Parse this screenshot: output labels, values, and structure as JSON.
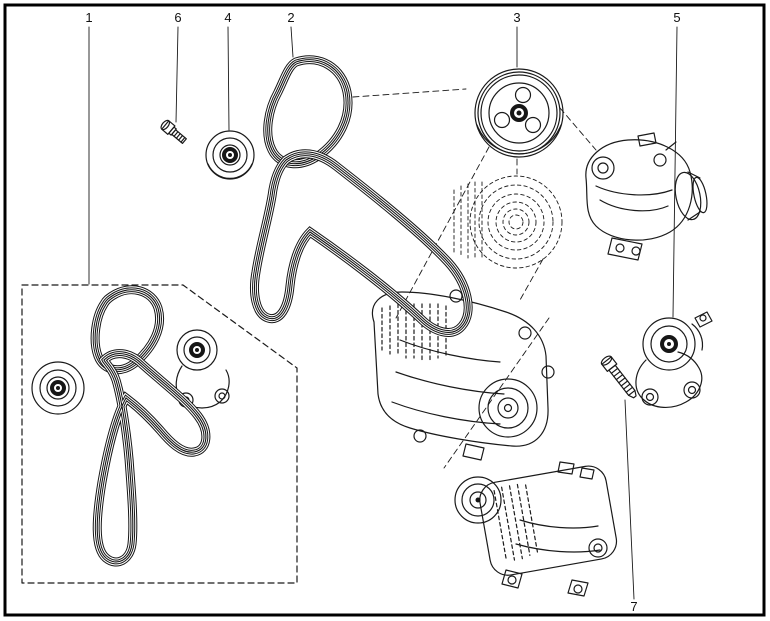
{
  "diagram": {
    "background": "#ffffff",
    "line_color": "#1a1a1a",
    "callouts": [
      {
        "label": "1"
      },
      {
        "label": "6"
      },
      {
        "label": "4"
      },
      {
        "label": "2"
      },
      {
        "label": "3"
      },
      {
        "label": "5"
      },
      {
        "label": "7"
      }
    ]
  }
}
